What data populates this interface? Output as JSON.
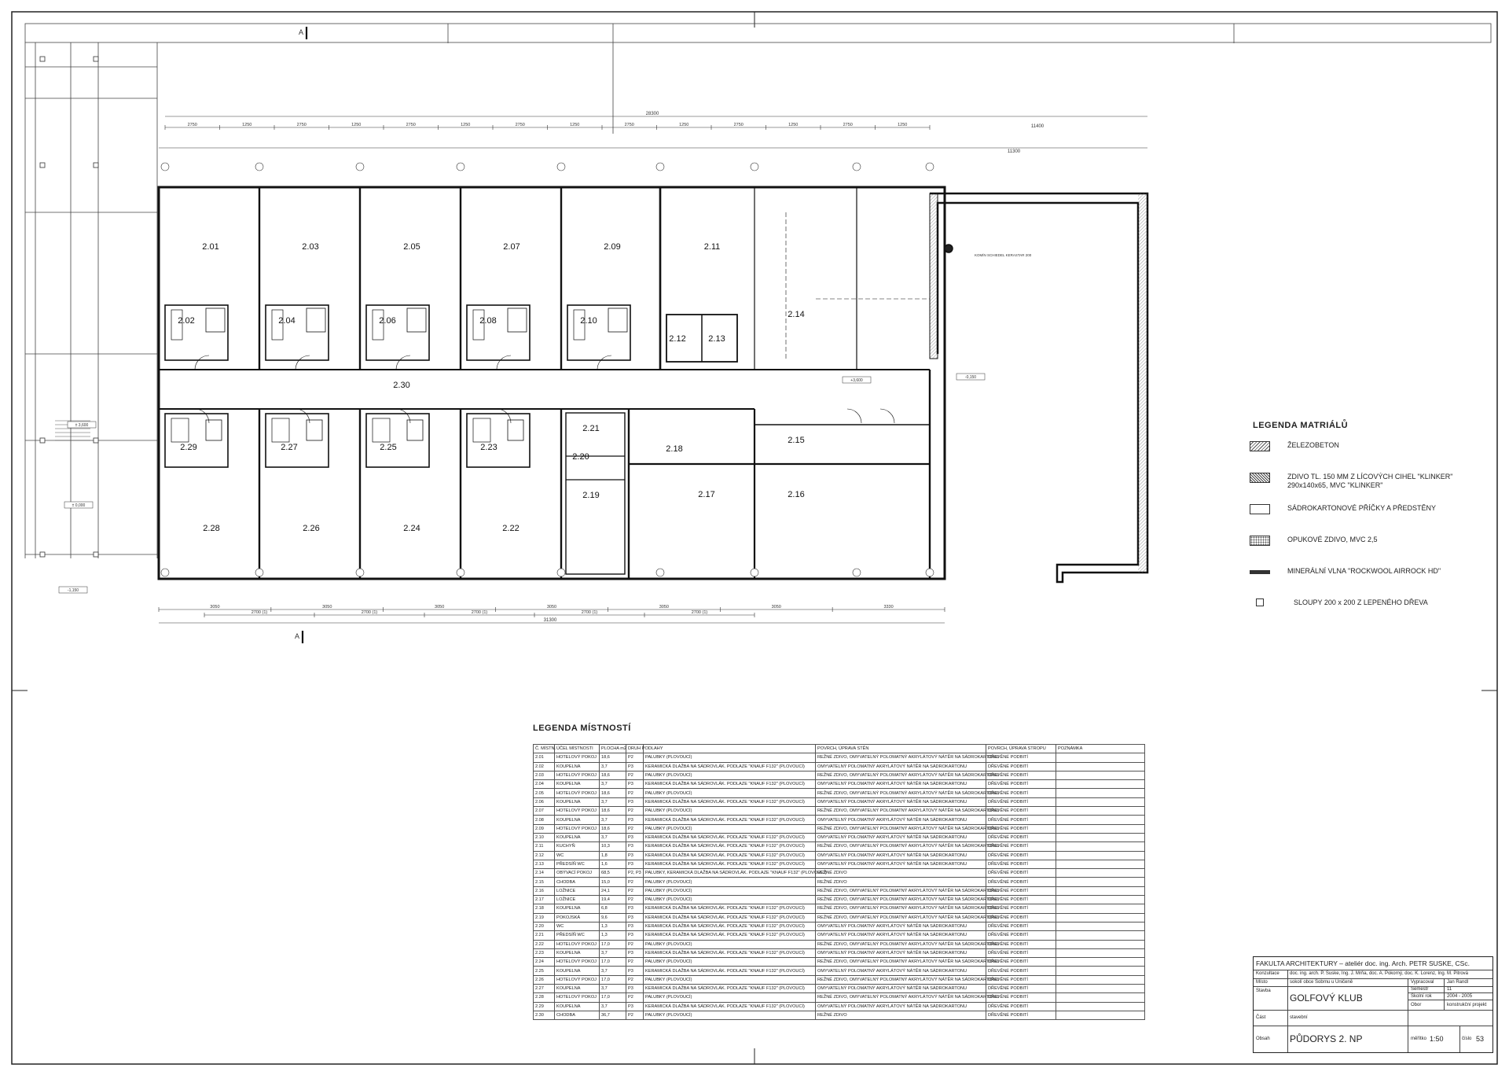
{
  "drawing": {
    "section_mark": "A",
    "dimensions": {
      "overall_top": "28300",
      "overall_right_top": "11400",
      "overall_bottom": "31300",
      "right_inner": "11300",
      "top_row_a": [
        "2750",
        "1250",
        "2750",
        "1250",
        "2750",
        "1250",
        "2750",
        "1250",
        "2750",
        "1250",
        "2750",
        "1250",
        "2750",
        "1250"
      ],
      "bottom_row": [
        "3050",
        "3050",
        "3050",
        "3050",
        "3050",
        "3050",
        "3330"
      ],
      "bottom_row_b": [
        "2700 (1)",
        "2700 (1)",
        "2700 (1)",
        "2700 (1)",
        "2700 (1)"
      ]
    },
    "levels": [
      "± 3,600",
      "± 0,000",
      "+3,600",
      "-0,150",
      "-1,150"
    ],
    "note_chimney": "KOMÍN SCHIEDEL KERASTAR 200",
    "room_labels": [
      "2.01",
      "2.02",
      "2.03",
      "2.04",
      "2.05",
      "2.06",
      "2.07",
      "2.08",
      "2.09",
      "2.10",
      "2.11",
      "2.12",
      "2.13",
      "2.14",
      "2.15",
      "2.16",
      "2.17",
      "2.18",
      "2.19",
      "2.20",
      "2.21",
      "2.22",
      "2.23",
      "2.24",
      "2.25",
      "2.26",
      "2.27",
      "2.28",
      "2.29",
      "2.30"
    ]
  },
  "material_legend": {
    "title": "LEGENDA MATRIÁLŮ",
    "items": [
      {
        "label": "ŽELEZOBETON",
        "swatch": "hatch"
      },
      {
        "label": "ZDIVO TL. 150 MM Z LÍCOVÝCH CIHEL \"KLINKER\" 290x140x65, MVC \"KLINKER\"",
        "swatch": "dense"
      },
      {
        "label": "SÁDROKARTONOVÉ PŘÍČKY A PŘEDSTĚNY",
        "swatch": "plain"
      },
      {
        "label": "OPUKOVÉ ZDIVO, MVC 2,5",
        "swatch": "dots"
      },
      {
        "label": "MINERÁLNÍ VLNA \"ROCKWOOL AIRROCK HD\"",
        "swatch": "line"
      },
      {
        "label": "SLOUPY 200 x 200 Z LEPENÉHO DŘEVA",
        "swatch": "column"
      }
    ]
  },
  "room_legend": {
    "title": "LEGENDA MÍSTNOSTÍ",
    "headers": [
      "Č. MÍSTN.",
      "ÚČEL MÍSTNOSTI",
      "PLOCHA m2",
      "DRUH PODLAHY",
      "",
      "POVRCH, ÚPRAVA STĚN",
      "POVRCH, ÚPRAVA STROPU",
      "POZNÁMKA"
    ],
    "rows": [
      [
        "2.01",
        "HOTELOVÝ POKOJ",
        "18,6",
        "P2",
        "PALUBKY (PLOVOUCÍ)",
        "REŽNÉ ZDIVO, OMYVATELNÝ POLOMATNÝ AKRYLÁTOVÝ NÁTĚR NA SÁDROKARTONU",
        "DŘEVĚNÉ PODBITÍ",
        ""
      ],
      [
        "2.02",
        "KOUPELNA",
        "3,7",
        "P3",
        "KERAMICKÁ DLAŽBA NA SÁDROVLÁK. PODLAZE \"KNAUF F132\" (PLOVOUCÍ)",
        "OMYVATELNÝ POLOMATNÝ AKRYLÁTOVÝ NÁTĚR NA SÁDROKARTONU",
        "DŘEVĚNÉ PODBITÍ",
        ""
      ],
      [
        "2.03",
        "HOTELOVÝ POKOJ",
        "18,6",
        "P2",
        "PALUBKY (PLOVOUCÍ)",
        "REŽNÉ ZDIVO, OMYVATELNÝ POLOMATNÝ AKRYLÁTOVÝ NÁTĚR NA SÁDROKARTONU",
        "DŘEVĚNÉ PODBITÍ",
        ""
      ],
      [
        "2.04",
        "KOUPELNA",
        "3,7",
        "P3",
        "KERAMICKÁ DLAŽBA NA SÁDROVLÁK. PODLAZE \"KNAUF F132\" (PLOVOUCÍ)",
        "OMYVATELNÝ POLOMATNÝ AKRYLÁTOVÝ NÁTĚR NA SÁDROKARTONU",
        "DŘEVĚNÉ PODBITÍ",
        ""
      ],
      [
        "2.05",
        "HOTELOVÝ POKOJ",
        "18,6",
        "P2",
        "PALUBKY (PLOVOUCÍ)",
        "REŽNÉ ZDIVO, OMYVATELNÝ POLOMATNÝ AKRYLÁTOVÝ NÁTĚR NA SÁDROKARTONU",
        "DŘEVĚNÉ PODBITÍ",
        ""
      ],
      [
        "2.06",
        "KOUPELNA",
        "3,7",
        "P3",
        "KERAMICKÁ DLAŽBA NA SÁDROVLÁK. PODLAZE \"KNAUF F132\" (PLOVOUCÍ)",
        "OMYVATELNÝ POLOMATNÝ AKRYLÁTOVÝ NÁTĚR NA SÁDROKARTONU",
        "DŘEVĚNÉ PODBITÍ",
        ""
      ],
      [
        "2.07",
        "HOTELOVÝ POKOJ",
        "18,6",
        "P2",
        "PALUBKY (PLOVOUCÍ)",
        "REŽNÉ ZDIVO, OMYVATELNÝ POLOMATNÝ AKRYLÁTOVÝ NÁTĚR NA SÁDROKARTONU",
        "DŘEVĚNÉ PODBITÍ",
        ""
      ],
      [
        "2.08",
        "KOUPELNA",
        "3,7",
        "P3",
        "KERAMICKÁ DLAŽBA NA SÁDROVLÁK. PODLAZE \"KNAUF F132\" (PLOVOUCÍ)",
        "OMYVATELNÝ POLOMATNÝ AKRYLÁTOVÝ NÁTĚR NA SÁDROKARTONU",
        "DŘEVĚNÉ PODBITÍ",
        ""
      ],
      [
        "2.09",
        "HOTELOVÝ POKOJ",
        "18,6",
        "P2",
        "PALUBKY (PLOVOUCÍ)",
        "REŽNÉ ZDIVO, OMYVATELNÝ POLOMATNÝ AKRYLÁTOVÝ NÁTĚR NA SÁDROKARTONU",
        "DŘEVĚNÉ PODBITÍ",
        ""
      ],
      [
        "2.10",
        "KOUPELNA",
        "3,7",
        "P3",
        "KERAMICKÁ DLAŽBA NA SÁDROVLÁK. PODLAZE \"KNAUF F132\" (PLOVOUCÍ)",
        "OMYVATELNÝ POLOMATNÝ AKRYLÁTOVÝ NÁTĚR NA SÁDROKARTONU",
        "DŘEVĚNÉ PODBITÍ",
        ""
      ],
      [
        "2.11",
        "KUCHYŇ",
        "10,3",
        "P3",
        "KERAMICKÁ DLAŽBA NA SÁDROVLÁK. PODLAZE \"KNAUF F132\" (PLOVOUCÍ)",
        "REŽNÉ ZDIVO, OMYVATELNÝ POLOMATNÝ AKRYLÁTOVÝ NÁTĚR NA SÁDROKARTONU",
        "DŘEVĚNÉ PODBITÍ",
        ""
      ],
      [
        "2.12",
        "WC",
        "1,8",
        "P3",
        "KERAMICKÁ DLAŽBA NA SÁDROVLÁK. PODLAZE \"KNAUF F132\" (PLOVOUCÍ)",
        "OMYVATELNÝ POLOMATNÝ AKRYLÁTOVÝ NÁTĚR NA SÁDROKARTONU",
        "DŘEVĚNÉ PODBITÍ",
        ""
      ],
      [
        "2.13",
        "PŘEDSÍŇ WC",
        "1,6",
        "P3",
        "KERAMICKÁ DLAŽBA NA SÁDROVLÁK. PODLAZE \"KNAUF F132\" (PLOVOUCÍ)",
        "OMYVATELNÝ POLOMATNÝ AKRYLÁTOVÝ NÁTĚR NA SÁDROKARTONU",
        "DŘEVĚNÉ PODBITÍ",
        ""
      ],
      [
        "2.14",
        "OBÝVACÍ POKOJ",
        "68,5",
        "P2, P3",
        "PALUBKY, KERAMICKÁ DLAŽBA NA SÁDROVLÁK. PODLAZE \"KNAUF F132\" (PLOVOUCÍ)",
        "REŽNÉ ZDIVO",
        "DŘEVĚNÉ PODBITÍ",
        ""
      ],
      [
        "2.15",
        "CHODBA",
        "15,0",
        "P2",
        "PALUBKY (PLOVOUCÍ)",
        "REŽNÉ ZDIVO",
        "DŘEVĚNÉ PODBITÍ",
        ""
      ],
      [
        "2.16",
        "LOŽNICE",
        "24,1",
        "P2",
        "PALUBKY (PLOVOUCÍ)",
        "REŽNÉ ZDIVO, OMYVATELNÝ POLOMATNÝ AKRYLÁTOVÝ NÁTĚR NA SÁDROKARTONU",
        "DŘEVĚNÉ PODBITÍ",
        ""
      ],
      [
        "2.17",
        "LOŽNICE",
        "19,4",
        "P2",
        "PALUBKY (PLOVOUCÍ)",
        "REŽNÉ ZDIVO, OMYVATELNÝ POLOMATNÝ AKRYLÁTOVÝ NÁTĚR NA SÁDROKARTONU",
        "DŘEVĚNÉ PODBITÍ",
        ""
      ],
      [
        "2.18",
        "KOUPELNA",
        "6,8",
        "P3",
        "KERAMICKÁ DLAŽBA NA SÁDROVLÁK. PODLAZE \"KNAUF F132\" (PLOVOUCÍ)",
        "REŽNÉ ZDIVO, OMYVATELNÝ POLOMATNÝ AKRYLÁTOVÝ NÁTĚR NA SÁDROKARTONU",
        "DŘEVĚNÉ PODBITÍ",
        ""
      ],
      [
        "2.19",
        "POKOJSKÁ",
        "9,6",
        "P3",
        "KERAMICKÁ DLAŽBA NA SÁDROVLÁK. PODLAZE \"KNAUF F132\" (PLOVOUCÍ)",
        "REŽNÉ ZDIVO, OMYVATELNÝ POLOMATNÝ AKRYLÁTOVÝ NÁTĚR NA SÁDROKARTONU",
        "DŘEVĚNÉ PODBITÍ",
        ""
      ],
      [
        "2.20",
        "WC",
        "1,3",
        "P3",
        "KERAMICKÁ DLAŽBA NA SÁDROVLÁK. PODLAZE \"KNAUF F132\" (PLOVOUCÍ)",
        "OMYVATELNÝ POLOMATNÝ AKRYLÁTOVÝ NÁTĚR NA SÁDROKARTONU",
        "DŘEVĚNÉ PODBITÍ",
        ""
      ],
      [
        "2.21",
        "PŘEDSÍŇ WC",
        "1,3",
        "P3",
        "KERAMICKÁ DLAŽBA NA SÁDROVLÁK. PODLAZE \"KNAUF F132\" (PLOVOUCÍ)",
        "OMYVATELNÝ POLOMATNÝ AKRYLÁTOVÝ NÁTĚR NA SÁDROKARTONU",
        "DŘEVĚNÉ PODBITÍ",
        ""
      ],
      [
        "2.22",
        "HOTELOVÝ POKOJ",
        "17,0",
        "P2",
        "PALUBKY (PLOVOUCÍ)",
        "REŽNÉ ZDIVO, OMYVATELNÝ POLOMATNÝ AKRYLÁTOVÝ NÁTĚR NA SÁDROKARTONU",
        "DŘEVĚNÉ PODBITÍ",
        ""
      ],
      [
        "2.23",
        "KOUPELNA",
        "3,7",
        "P3",
        "KERAMICKÁ DLAŽBA NA SÁDROVLÁK. PODLAZE \"KNAUF F132\" (PLOVOUCÍ)",
        "OMYVATELNÝ POLOMATNÝ AKRYLÁTOVÝ NÁTĚR NA SÁDROKARTONU",
        "DŘEVĚNÉ PODBITÍ",
        ""
      ],
      [
        "2.24",
        "HOTELOVÝ POKOJ",
        "17,0",
        "P2",
        "PALUBKY (PLOVOUCÍ)",
        "REŽNÉ ZDIVO, OMYVATELNÝ POLOMATNÝ AKRYLÁTOVÝ NÁTĚR NA SÁDROKARTONU",
        "DŘEVĚNÉ PODBITÍ",
        ""
      ],
      [
        "2.25",
        "KOUPELNA",
        "3,7",
        "P3",
        "KERAMICKÁ DLAŽBA NA SÁDROVLÁK. PODLAZE \"KNAUF F132\" (PLOVOUCÍ)",
        "OMYVATELNÝ POLOMATNÝ AKRYLÁTOVÝ NÁTĚR NA SÁDROKARTONU",
        "DŘEVĚNÉ PODBITÍ",
        ""
      ],
      [
        "2.26",
        "HOTELOVÝ POKOJ",
        "17,0",
        "P2",
        "PALUBKY (PLOVOUCÍ)",
        "REŽNÉ ZDIVO, OMYVATELNÝ POLOMATNÝ AKRYLÁTOVÝ NÁTĚR NA SÁDROKARTONU",
        "DŘEVĚNÉ PODBITÍ",
        ""
      ],
      [
        "2.27",
        "KOUPELNA",
        "3,7",
        "P3",
        "KERAMICKÁ DLAŽBA NA SÁDROVLÁK. PODLAZE \"KNAUF F132\" (PLOVOUCÍ)",
        "OMYVATELNÝ POLOMATNÝ AKRYLÁTOVÝ NÁTĚR NA SÁDROKARTONU",
        "DŘEVĚNÉ PODBITÍ",
        ""
      ],
      [
        "2.28",
        "HOTELOVÝ POKOJ",
        "17,0",
        "P2",
        "PALUBKY (PLOVOUCÍ)",
        "REŽNÉ ZDIVO, OMYVATELNÝ POLOMATNÝ AKRYLÁTOVÝ NÁTĚR NA SÁDROKARTONU",
        "DŘEVĚNÉ PODBITÍ",
        ""
      ],
      [
        "2.29",
        "KOUPELNA",
        "3,7",
        "P3",
        "KERAMICKÁ DLAŽBA NA SÁDROVLÁK. PODLAZE \"KNAUF F132\" (PLOVOUCÍ)",
        "OMYVATELNÝ POLOMATNÝ AKRYLÁTOVÝ NÁTĚR NA SÁDROKARTONU",
        "DŘEVĚNÉ PODBITÍ",
        ""
      ],
      [
        "2.30",
        "CHODBA",
        "36,7",
        "P2",
        "PALUBKY (PLOVOUCÍ)",
        "REŽNÉ ZDIVO",
        "DŘEVĚNÉ PODBITÍ",
        ""
      ]
    ]
  },
  "title_block": {
    "faculty": "FAKULTA ARCHITEKTURY – ateliér doc. ing. Arch. PETR SUSKE, CSc.",
    "consult_label": "Konzultace",
    "consult_value": "doc. ing. arch. P. Suske, Ing. J. Mrňa, doc. A. Pokorný, doc. K. Lorenz, Ing. M. Pitrová",
    "place_label": "Místo",
    "place_value": "sokolí obce Sobrnu u Uničeně",
    "drawn_label": "Vypracoval",
    "drawn_value": "Jan Randl",
    "semester_label": "Semestr",
    "semester_value": "11",
    "year_label": "Školní rok",
    "year_value": "2004 - 2005",
    "field_label": "Obor",
    "field_value": "konstrukční projekt",
    "building_label": "Stavba",
    "building_value": "GOLFOVÝ KLUB",
    "part_label": "Část",
    "part_value": "stavební",
    "content_label": "Obsah",
    "content_value": "PŮDORYS 2. NP",
    "scale_label": "měřítko",
    "scale_value": "1:50",
    "sheet_label": "číslo",
    "sheet_value": "53"
  }
}
